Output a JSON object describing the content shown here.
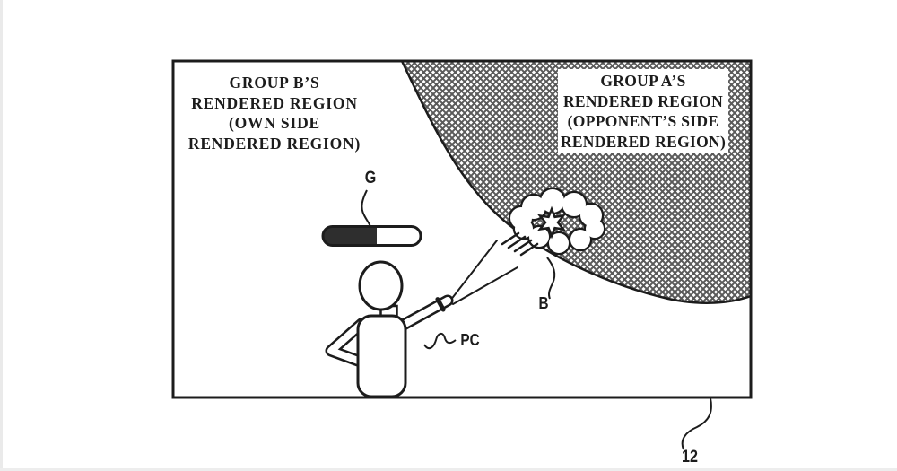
{
  "figure": {
    "type": "patent-drawing",
    "regions": {
      "group_b": {
        "lines": [
          "GROUP B’S",
          "RENDERED REGION",
          "(OWN SIDE",
          "RENDERED REGION)"
        ]
      },
      "group_a": {
        "lines": [
          "GROUP A’S",
          "RENDERED REGION",
          "(OPPONENT’S SIDE",
          "RENDERED REGION)"
        ]
      }
    },
    "labels": {
      "gauge": "G",
      "player": "PC",
      "burst": "B",
      "screen": "12"
    },
    "gauge": {
      "fill_percent": 55
    },
    "colors": {
      "ink": "#1c1c1c",
      "hatch_line": "#5a5a5a",
      "gauge_fill": "#2e2e2e",
      "page_edge": "#eaeaea",
      "background": "#ffffff"
    }
  }
}
